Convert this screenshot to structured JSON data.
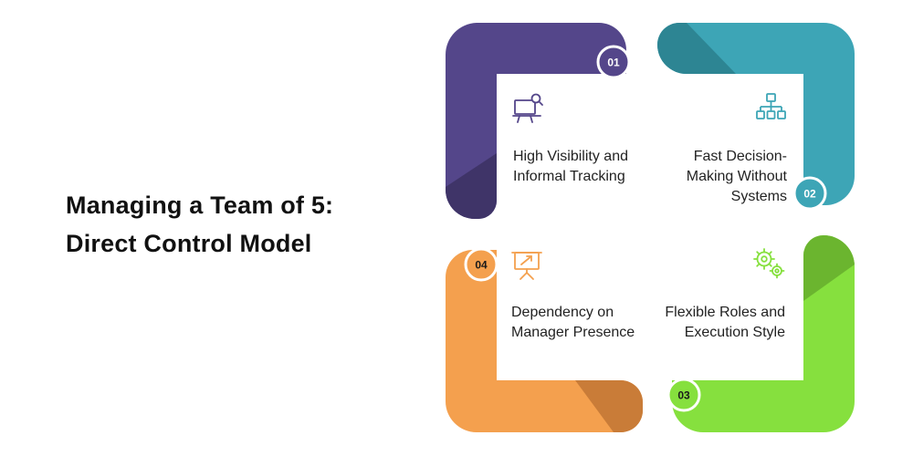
{
  "title": {
    "line1": "Managing a Team of 5:",
    "line2": "Direct Control Model"
  },
  "items": [
    {
      "number": "01",
      "label": "High Visibility and Informal Tracking",
      "icon": "monitor-search-icon",
      "color": "#54468A",
      "shade": "#3F3468"
    },
    {
      "number": "02",
      "label": "Fast Decision-Making Without Systems",
      "icon": "org-chart-icon",
      "color": "#3DA5B6",
      "shade": "#2D8593"
    },
    {
      "number": "03",
      "label": "Flexible Roles and Execution Style",
      "icon": "gears-icon",
      "color": "#86E03E",
      "shade": "#6BB52F"
    },
    {
      "number": "04",
      "label": "Dependency on Manager Presence",
      "icon": "presentation-board-icon",
      "color": "#F4A04E",
      "shade": "#C97C38"
    }
  ]
}
